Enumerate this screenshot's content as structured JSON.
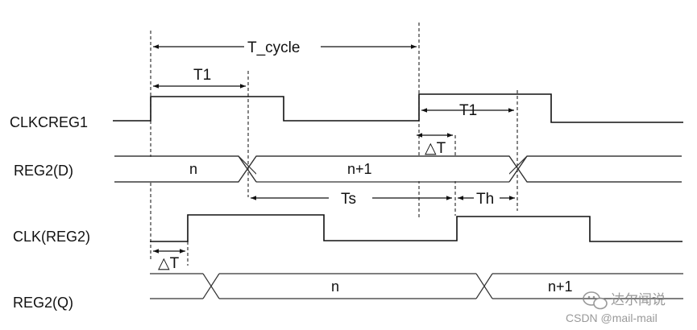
{
  "signals": {
    "clkcreg1": "CLKCREG1",
    "reg2_d": "REG2(D)",
    "clk_reg2": "CLK(REG2)",
    "reg2_q": "REG2(Q)"
  },
  "measurements": {
    "t_cycle": "T_cycle",
    "t1_a": "T1",
    "t1_b": "T1",
    "delta_t_a": "△T",
    "delta_t_b": "△T",
    "ts": "Ts",
    "th": "Th"
  },
  "bus_values": {
    "d_n": "n",
    "d_n1": "n+1",
    "q_n": "n",
    "q_n1": "n+1"
  },
  "watermark": {
    "brand": "达尔闻说",
    "credit": "CSDN @mail-mail"
  }
}
